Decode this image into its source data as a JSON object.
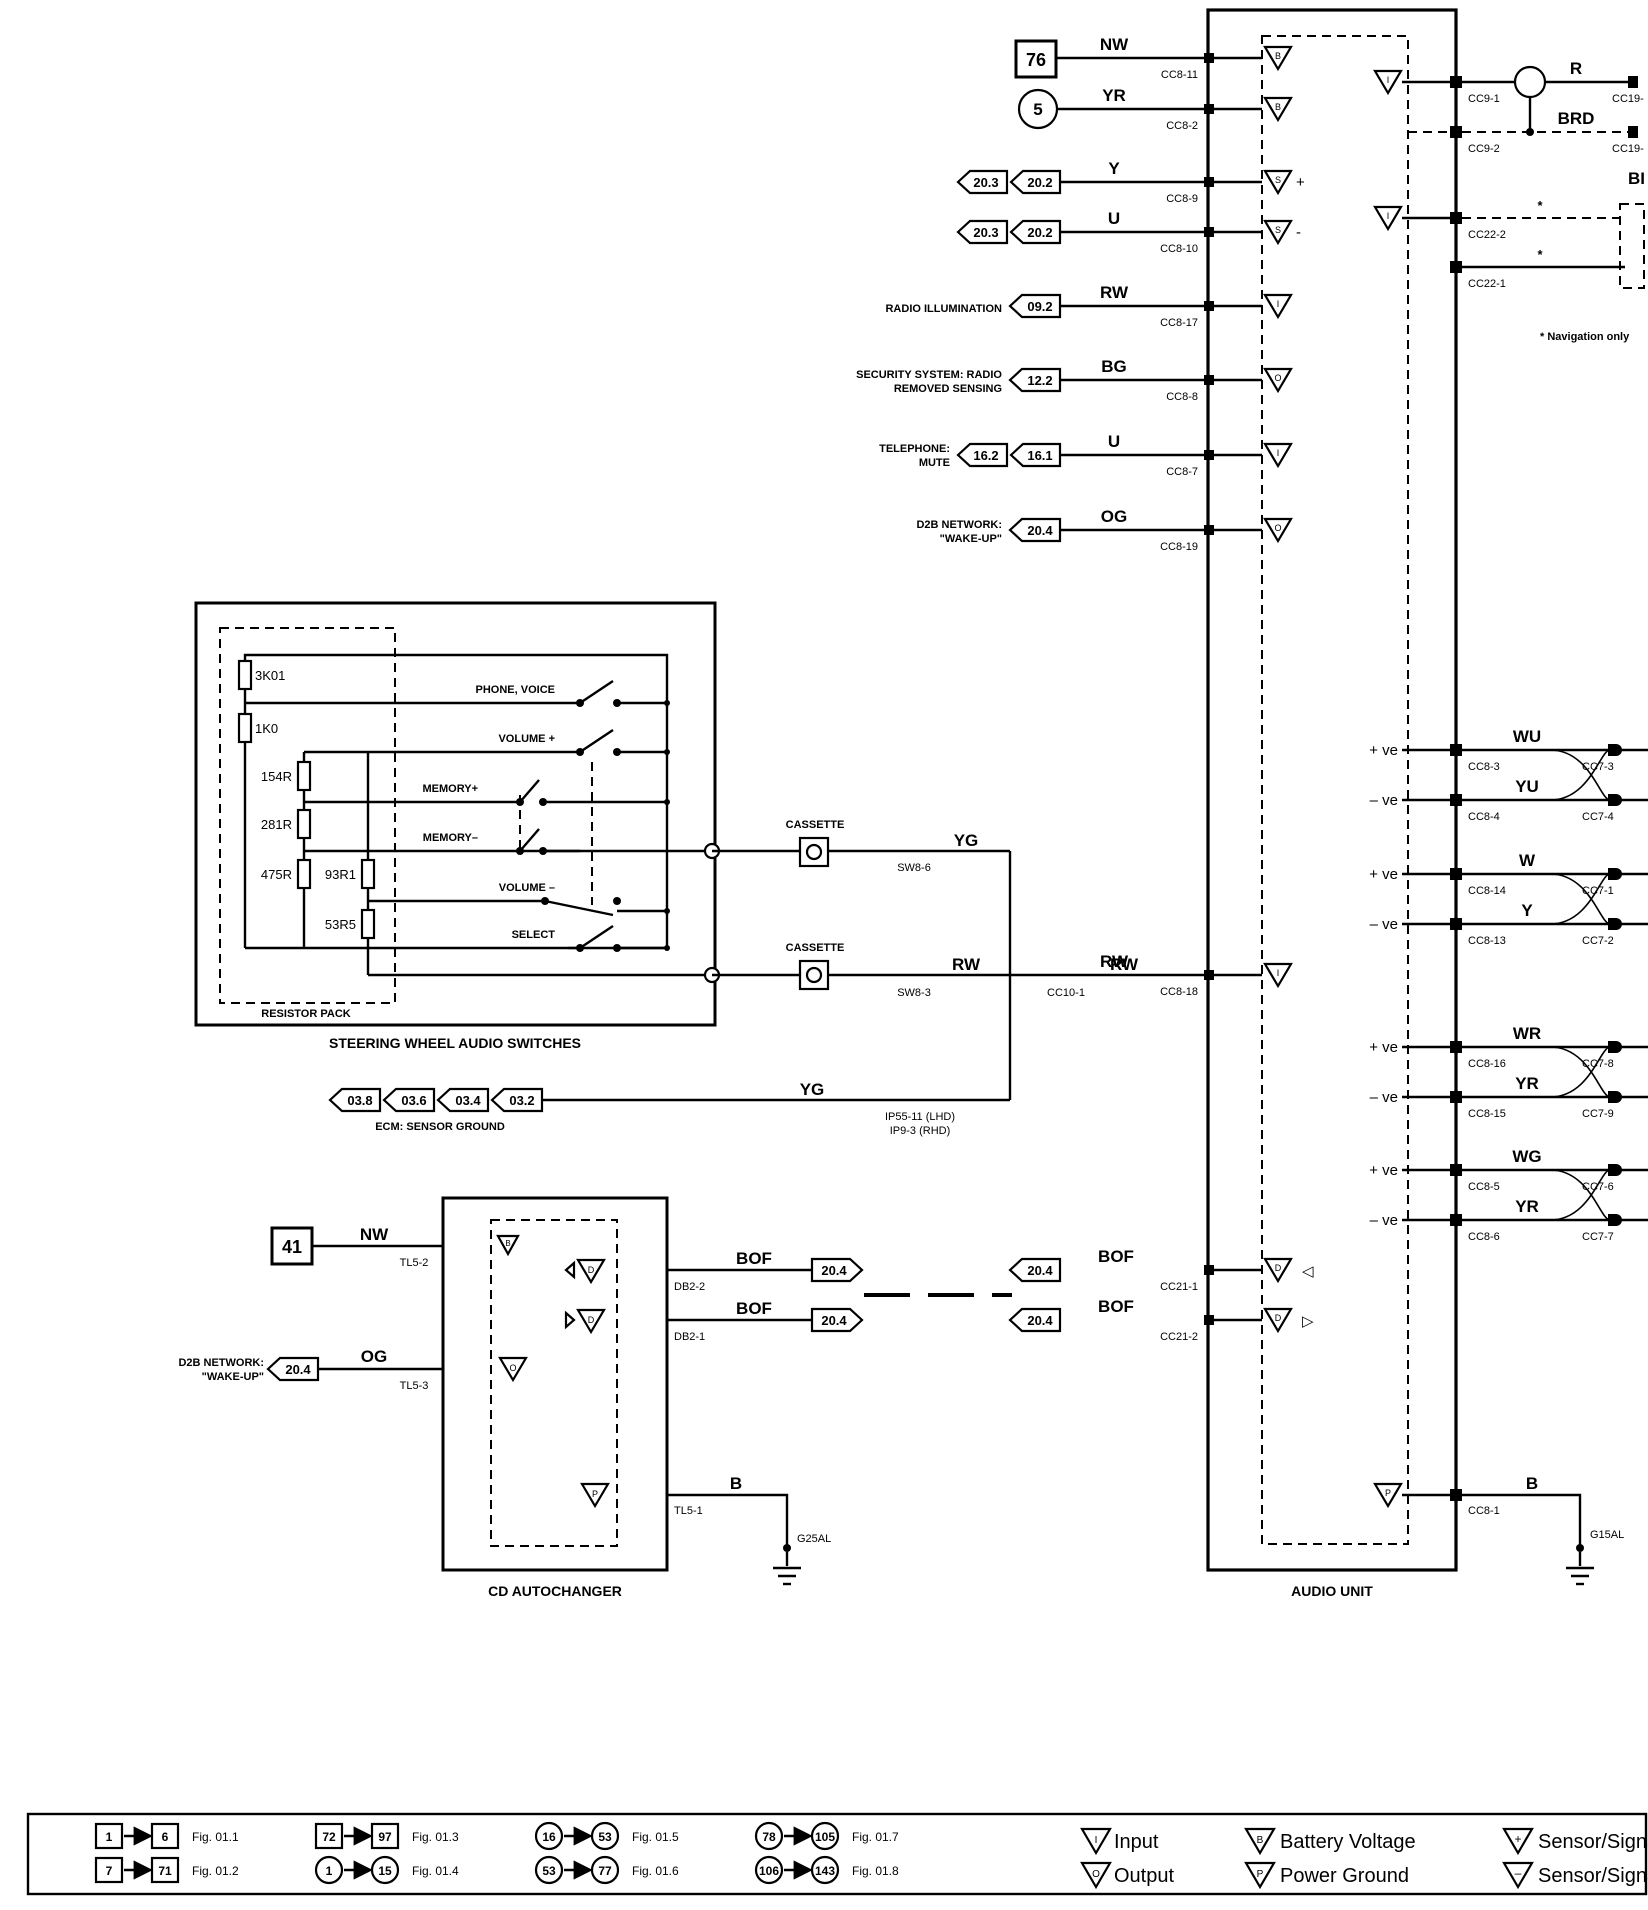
{
  "audio_unit": {
    "title": "AUDIO UNIT",
    "left_pins": [
      {
        "id": "cc8-11",
        "pin": "CC8-11",
        "color": "NW",
        "sym": "B"
      },
      {
        "id": "cc8-2",
        "pin": "CC8-2",
        "color": "YR",
        "sym": "B"
      },
      {
        "id": "cc8-9",
        "pin": "CC8-9",
        "color": "Y",
        "sym": "S",
        "mark": "+"
      },
      {
        "id": "cc8-10",
        "pin": "CC8-10",
        "color": "U",
        "sym": "S",
        "mark": "-"
      },
      {
        "id": "cc8-17",
        "pin": "CC8-17",
        "color": "RW",
        "sym": "I"
      },
      {
        "id": "cc8-8",
        "pin": "CC8-8",
        "color": "BG",
        "sym": "O"
      },
      {
        "id": "cc8-7",
        "pin": "CC8-7",
        "color": "U",
        "sym": "I"
      },
      {
        "id": "cc8-19",
        "pin": "CC8-19",
        "color": "OG",
        "sym": "O"
      },
      {
        "id": "cc8-18",
        "pin": "CC8-18",
        "color": "RW",
        "sym": "I"
      },
      {
        "id": "cc21-1",
        "pin": "CC21-1",
        "color": "BOF",
        "sym": "D",
        "arrow": "◁"
      },
      {
        "id": "cc21-2",
        "pin": "CC21-2",
        "color": "BOF",
        "sym": "D",
        "arrow": "▷"
      }
    ],
    "right_pins": [
      {
        "pin": "CC9-1",
        "color": "R",
        "out": "CC19-"
      },
      {
        "pin": "CC9-2",
        "color": "BRD",
        "out": "CC19-"
      },
      {
        "pin": "CC22-2",
        "color": "*"
      },
      {
        "pin": "CC22-1",
        "color": "*"
      }
    ],
    "shield_label": "BI",
    "nav_note": "* Navigation only",
    "speakers": [
      {
        "pol": "+ ve",
        "pin": "CC8-3",
        "color": "WU",
        "out": "CC7-3"
      },
      {
        "pol": "– ve",
        "pin": "CC8-4",
        "color": "YU",
        "out": "CC7-4"
      },
      {
        "pol": "+ ve",
        "pin": "CC8-14",
        "color": "W",
        "out": "CC7-1"
      },
      {
        "pol": "– ve",
        "pin": "CC8-13",
        "color": "Y",
        "out": "CC7-2"
      },
      {
        "pol": "+ ve",
        "pin": "CC8-16",
        "color": "WR",
        "out": "CC7-8"
      },
      {
        "pol": "– ve",
        "pin": "CC8-15",
        "color": "YR",
        "out": "CC7-9"
      },
      {
        "pol": "+ ve",
        "pin": "CC8-5",
        "color": "WG",
        "out": "CC7-6"
      },
      {
        "pol": "– ve",
        "pin": "CC8-6",
        "color": "YR",
        "out": "CC7-7"
      }
    ],
    "ground": {
      "pin": "CC8-1",
      "color": "B",
      "ground": "G15AL",
      "sym": "P"
    }
  },
  "sources": {
    "box_76": "76",
    "circle_5": "5",
    "radio_illumination": "RADIO ILLUMINATION",
    "security_1": "SECURITY SYSTEM: RADIO",
    "security_2": "REMOVED SENSING",
    "telephone_1": "TELEPHONE:",
    "telephone_2": "MUTE",
    "d2b_1": "D2B NETWORK:",
    "d2b_2": "\"WAKE-UP\"",
    "ref_203": "20.3",
    "ref_202": "20.2",
    "ref_092": "09.2",
    "ref_122": "12.2",
    "ref_162": "16.2",
    "ref_161": "16.1",
    "ref_204": "20.4"
  },
  "steering": {
    "title": "STEERING WHEEL AUDIO SWITCHES",
    "resistor_pack": "RESISTOR PACK",
    "resistors": [
      "3K01",
      "1K0",
      "154R",
      "281R",
      "475R",
      "93R1",
      "53R5"
    ],
    "switches": [
      "PHONE, VOICE",
      "VOLUME +",
      "MEMORY+",
      "MEMORY–",
      "VOLUME –",
      "SELECT"
    ],
    "cassette": "CASSETTE",
    "sw8_6": "SW8-6",
    "sw8_3": "SW8-3",
    "cc10_1": "CC10-1",
    "yg": "YG",
    "rw": "RW"
  },
  "ecm": {
    "label": "ECM: SENSOR GROUND",
    "refs": [
      "03.8",
      "03.6",
      "03.4",
      "03.2"
    ],
    "color": "YG",
    "pin_1": "IP55-11 (LHD)",
    "pin_2": "IP9-3 (RHD)"
  },
  "cd": {
    "title": "CD AUTOCHANGER",
    "box_41": "41",
    "nw": "NW",
    "tl5_2": "TL5-2",
    "og": "OG",
    "tl5_3": "TL5-3",
    "d2b_1": "D2B NETWORK:",
    "d2b_2": "\"WAKE-UP\"",
    "ref_204": "20.4",
    "db2_2": "DB2-2",
    "db2_1": "DB2-1",
    "bof": "BOF",
    "b": "B",
    "tl5_1": "TL5-1",
    "ground": "G25AL"
  },
  "legend": {
    "rows": [
      {
        "a": "1",
        "b": "6",
        "fig": "Fig. 01.1",
        "kind": "box"
      },
      {
        "a": "7",
        "b": "71",
        "fig": "Fig. 01.2",
        "kind": "box"
      },
      {
        "a": "72",
        "b": "97",
        "fig": "Fig. 01.3",
        "kind": "box"
      },
      {
        "a": "1",
        "b": "15",
        "fig": "Fig. 01.4",
        "kind": "circle"
      },
      {
        "a": "16",
        "b": "53",
        "fig": "Fig. 01.5",
        "kind": "circle"
      },
      {
        "a": "53",
        "b": "77",
        "fig": "Fig. 01.6",
        "kind": "circle"
      },
      {
        "a": "78",
        "b": "105",
        "fig": "Fig. 01.7",
        "kind": "circle"
      },
      {
        "a": "106",
        "b": "143",
        "fig": "Fig. 01.8",
        "kind": "circle"
      }
    ],
    "input": "Input",
    "output": "Output",
    "battery": "Battery Voltage",
    "power_ground": "Power Ground",
    "sensor_pos": "Sensor/Signal",
    "sensor_neg": "Sensor/Signal"
  }
}
